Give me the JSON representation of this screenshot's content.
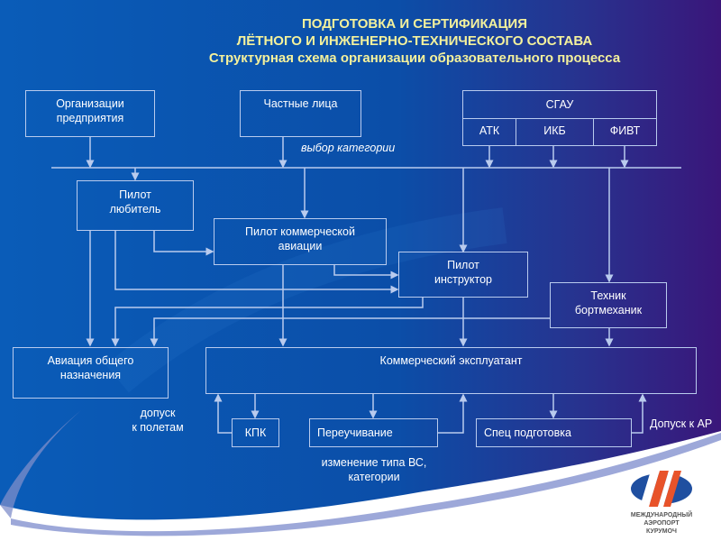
{
  "header": {
    "line1": "ПОДГОТОВКА И СЕРТИФИКАЦИЯ",
    "line2": "ЛЁТНОГО И ИНЖЕНЕРНО-ТЕХНИЧЕСКОГО СОСТАВА",
    "line3": "Структурная схема организации образовательного процесса"
  },
  "sources": {
    "organizations": "Организации предприятия",
    "individuals": "Частные лица",
    "university": {
      "name": "СГАУ",
      "departments": [
        "АТК",
        "ИКБ",
        "ФИВТ"
      ]
    },
    "category_choice": "выбор категории"
  },
  "roles": {
    "amateur_pilot_line1": "Пилот",
    "amateur_pilot_line2": "любитель",
    "commercial_pilot_line1": "Пилот коммерческой",
    "commercial_pilot_line2": "авиации",
    "instructor_line1": "Пилот",
    "instructor_line2": "инструктор",
    "technician_line1": "Техник",
    "technician_line2": "бортмеханик"
  },
  "destinations": {
    "general_aviation_line1": "Авиация общего",
    "general_aviation_line2": "назначения",
    "commercial_operator": "Коммерческий эксплуатант"
  },
  "training": {
    "kpk": "КПК",
    "retraining": "Переучивание",
    "special": "Спец подготовка"
  },
  "annotations": {
    "flight_admission_line1": "допуск",
    "flight_admission_line2": "к полетам",
    "type_change_line1": "изменение типа ВС,",
    "type_change_line2": "категории",
    "ar_admission": "Допуск к АР"
  },
  "logo": {
    "line1": "МЕЖДУНАРОДНЫЙ",
    "line2": "АЭРОПОРТ",
    "line3": "КУРУМОЧ"
  },
  "colors": {
    "bg_left": "#0a5cb8",
    "bg_right": "#3a1a7e",
    "title": "#f4f19c",
    "line": "#b9cbee",
    "logo_blue": "#1f4fa0",
    "logo_orange": "#e8532a"
  }
}
